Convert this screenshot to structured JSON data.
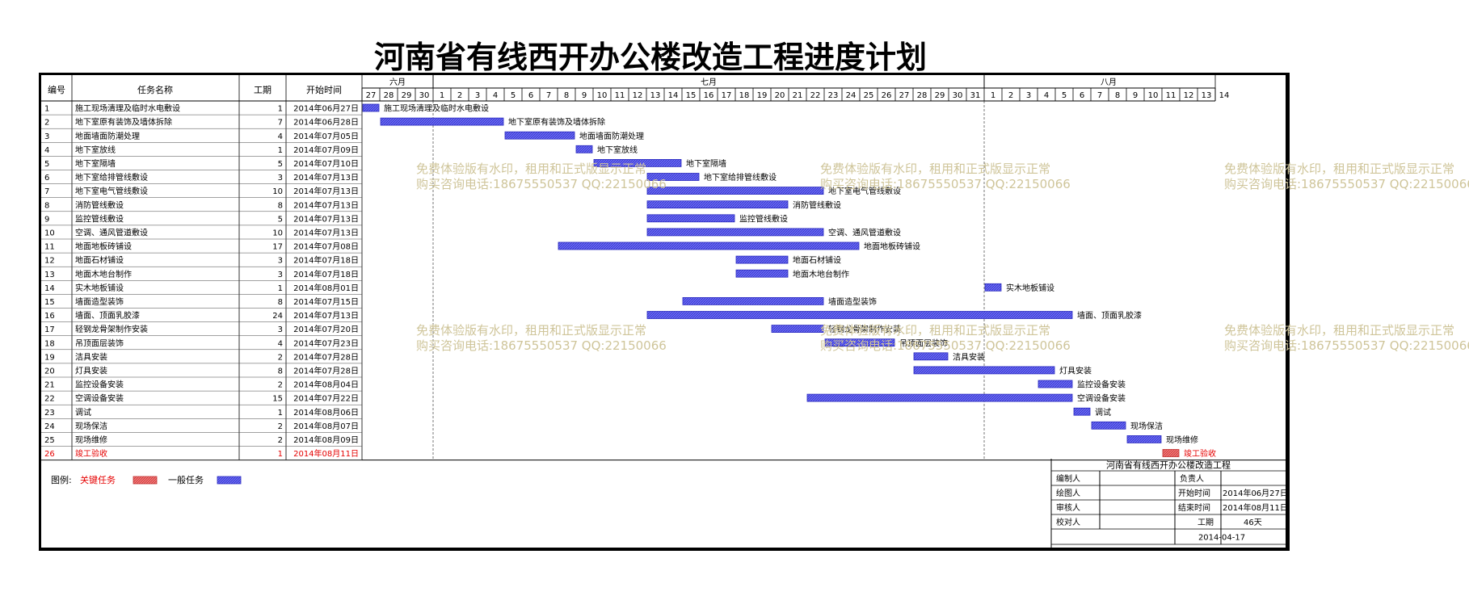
{
  "title": "河南省有线西开办公楼改造工程进度计划",
  "headers": {
    "id": "编号",
    "name": "任务名称",
    "duration": "工期",
    "start": "开始时间"
  },
  "months": [
    {
      "label": "六月",
      "days": [
        "27",
        "28",
        "29",
        "30"
      ]
    },
    {
      "label": "七月",
      "days": [
        "1",
        "2",
        "3",
        "4",
        "5",
        "6",
        "7",
        "8",
        "9",
        "10",
        "11",
        "12",
        "13",
        "14",
        "15",
        "16",
        "17",
        "18",
        "19",
        "20",
        "21",
        "22",
        "23",
        "24",
        "25",
        "26",
        "27",
        "28",
        "29",
        "30",
        "31"
      ]
    },
    {
      "label": "八月",
      "days": [
        "1",
        "2",
        "3",
        "4",
        "5",
        "6",
        "7",
        "8",
        "9",
        "10",
        "11",
        "12",
        "13",
        "14"
      ]
    }
  ],
  "chart_data": {
    "type": "gantt",
    "title": "河南省有线西开办公楼改造工程进度计划",
    "x_range": [
      "2014-06-27",
      "2014-08-14"
    ],
    "tasks": [
      {
        "id": "1",
        "name": "施工现场清理及临时水电敷设",
        "duration": "1",
        "start": "2014年06月27日",
        "date": "2014-06-27",
        "critical": false
      },
      {
        "id": "2",
        "name": "地下室原有装饰及墙体拆除",
        "duration": "7",
        "start": "2014年06月28日",
        "date": "2014-06-28",
        "critical": false
      },
      {
        "id": "3",
        "name": "地面墙面防潮处理",
        "duration": "4",
        "start": "2014年07月05日",
        "date": "2014-07-05",
        "critical": false
      },
      {
        "id": "4",
        "name": "地下室放线",
        "duration": "1",
        "start": "2014年07月09日",
        "date": "2014-07-09",
        "critical": false
      },
      {
        "id": "5",
        "name": "地下室隔墙",
        "duration": "5",
        "start": "2014年07月10日",
        "date": "2014-07-10",
        "critical": false
      },
      {
        "id": "6",
        "name": "地下室给排管线敷设",
        "duration": "3",
        "start": "2014年07月13日",
        "date": "2014-07-13",
        "critical": false
      },
      {
        "id": "7",
        "name": "地下室电气管线敷设",
        "duration": "10",
        "start": "2014年07月13日",
        "date": "2014-07-13",
        "critical": false
      },
      {
        "id": "8",
        "name": "消防管线敷设",
        "duration": "8",
        "start": "2014年07月13日",
        "date": "2014-07-13",
        "critical": false
      },
      {
        "id": "9",
        "name": "监控管线敷设",
        "duration": "5",
        "start": "2014年07月13日",
        "date": "2014-07-13",
        "critical": false
      },
      {
        "id": "10",
        "name": "空调、通风管道敷设",
        "duration": "10",
        "start": "2014年07月13日",
        "date": "2014-07-13",
        "critical": false
      },
      {
        "id": "11",
        "name": "地面地板砖铺设",
        "duration": "17",
        "start": "2014年07月08日",
        "date": "2014-07-08",
        "critical": false
      },
      {
        "id": "12",
        "name": "地面石材铺设",
        "duration": "3",
        "start": "2014年07月18日",
        "date": "2014-07-18",
        "critical": false
      },
      {
        "id": "13",
        "name": "地面木地台制作",
        "duration": "3",
        "start": "2014年07月18日",
        "date": "2014-07-18",
        "critical": false
      },
      {
        "id": "14",
        "name": "实木地板铺设",
        "duration": "1",
        "start": "2014年08月01日",
        "date": "2014-08-01",
        "critical": false
      },
      {
        "id": "15",
        "name": "墙面造型装饰",
        "duration": "8",
        "start": "2014年07月15日",
        "date": "2014-07-15",
        "critical": false
      },
      {
        "id": "16",
        "name": "墙面、顶面乳胶漆",
        "duration": "24",
        "start": "2014年07月13日",
        "date": "2014-07-13",
        "critical": false
      },
      {
        "id": "17",
        "name": "轻钢龙骨架制作安装",
        "duration": "3",
        "start": "2014年07月20日",
        "date": "2014-07-20",
        "critical": false
      },
      {
        "id": "18",
        "name": "吊顶面层装饰",
        "duration": "4",
        "start": "2014年07月23日",
        "date": "2014-07-23",
        "critical": false
      },
      {
        "id": "19",
        "name": "洁具安装",
        "duration": "2",
        "start": "2014年07月28日",
        "date": "2014-07-28",
        "critical": false
      },
      {
        "id": "20",
        "name": "灯具安装",
        "duration": "8",
        "start": "2014年07月28日",
        "date": "2014-07-28",
        "critical": false
      },
      {
        "id": "21",
        "name": "监控设备安装",
        "duration": "2",
        "start": "2014年08月04日",
        "date": "2014-08-04",
        "critical": false
      },
      {
        "id": "22",
        "name": "空调设备安装",
        "duration": "15",
        "start": "2014年07月22日",
        "date": "2014-07-22",
        "critical": false
      },
      {
        "id": "23",
        "name": "调试",
        "duration": "1",
        "start": "2014年08月06日",
        "date": "2014-08-06",
        "critical": false
      },
      {
        "id": "24",
        "name": "现场保洁",
        "duration": "2",
        "start": "2014年08月07日",
        "date": "2014-08-07",
        "critical": false
      },
      {
        "id": "25",
        "name": "现场维修",
        "duration": "2",
        "start": "2014年08月09日",
        "date": "2014-08-09",
        "critical": false
      },
      {
        "id": "26",
        "name": "竣工验收",
        "duration": "1",
        "start": "2014年08月11日",
        "date": "2014-08-11",
        "critical": true
      }
    ]
  },
  "legend": {
    "label": "图例:",
    "critical": "关键任务",
    "normal": "一般任务"
  },
  "info": {
    "project": "河南省有线西开办公楼改造工程",
    "compiler": "编制人",
    "owner": "负责人",
    "drawer": "绘图人",
    "start_label": "开始时间",
    "start_value": "2014年06月27日",
    "reviewer": "审核人",
    "end_label": "结束时间",
    "end_value": "2014年08月11日",
    "checker": "校对人",
    "duration_label": "工期",
    "duration_value": "46天",
    "date": "2014-04-17"
  },
  "watermark": {
    "line1": "免费体验版有水印，租用和正式版显示正常",
    "line2": "购买咨询电话:18675550537 QQ:22150066"
  },
  "colors": {
    "normal_bar": "#6b6bf5",
    "critical_bar": "#f27878",
    "critical_text": "#e60000",
    "watermark": "#cfc59a",
    "grid": "#999999"
  }
}
